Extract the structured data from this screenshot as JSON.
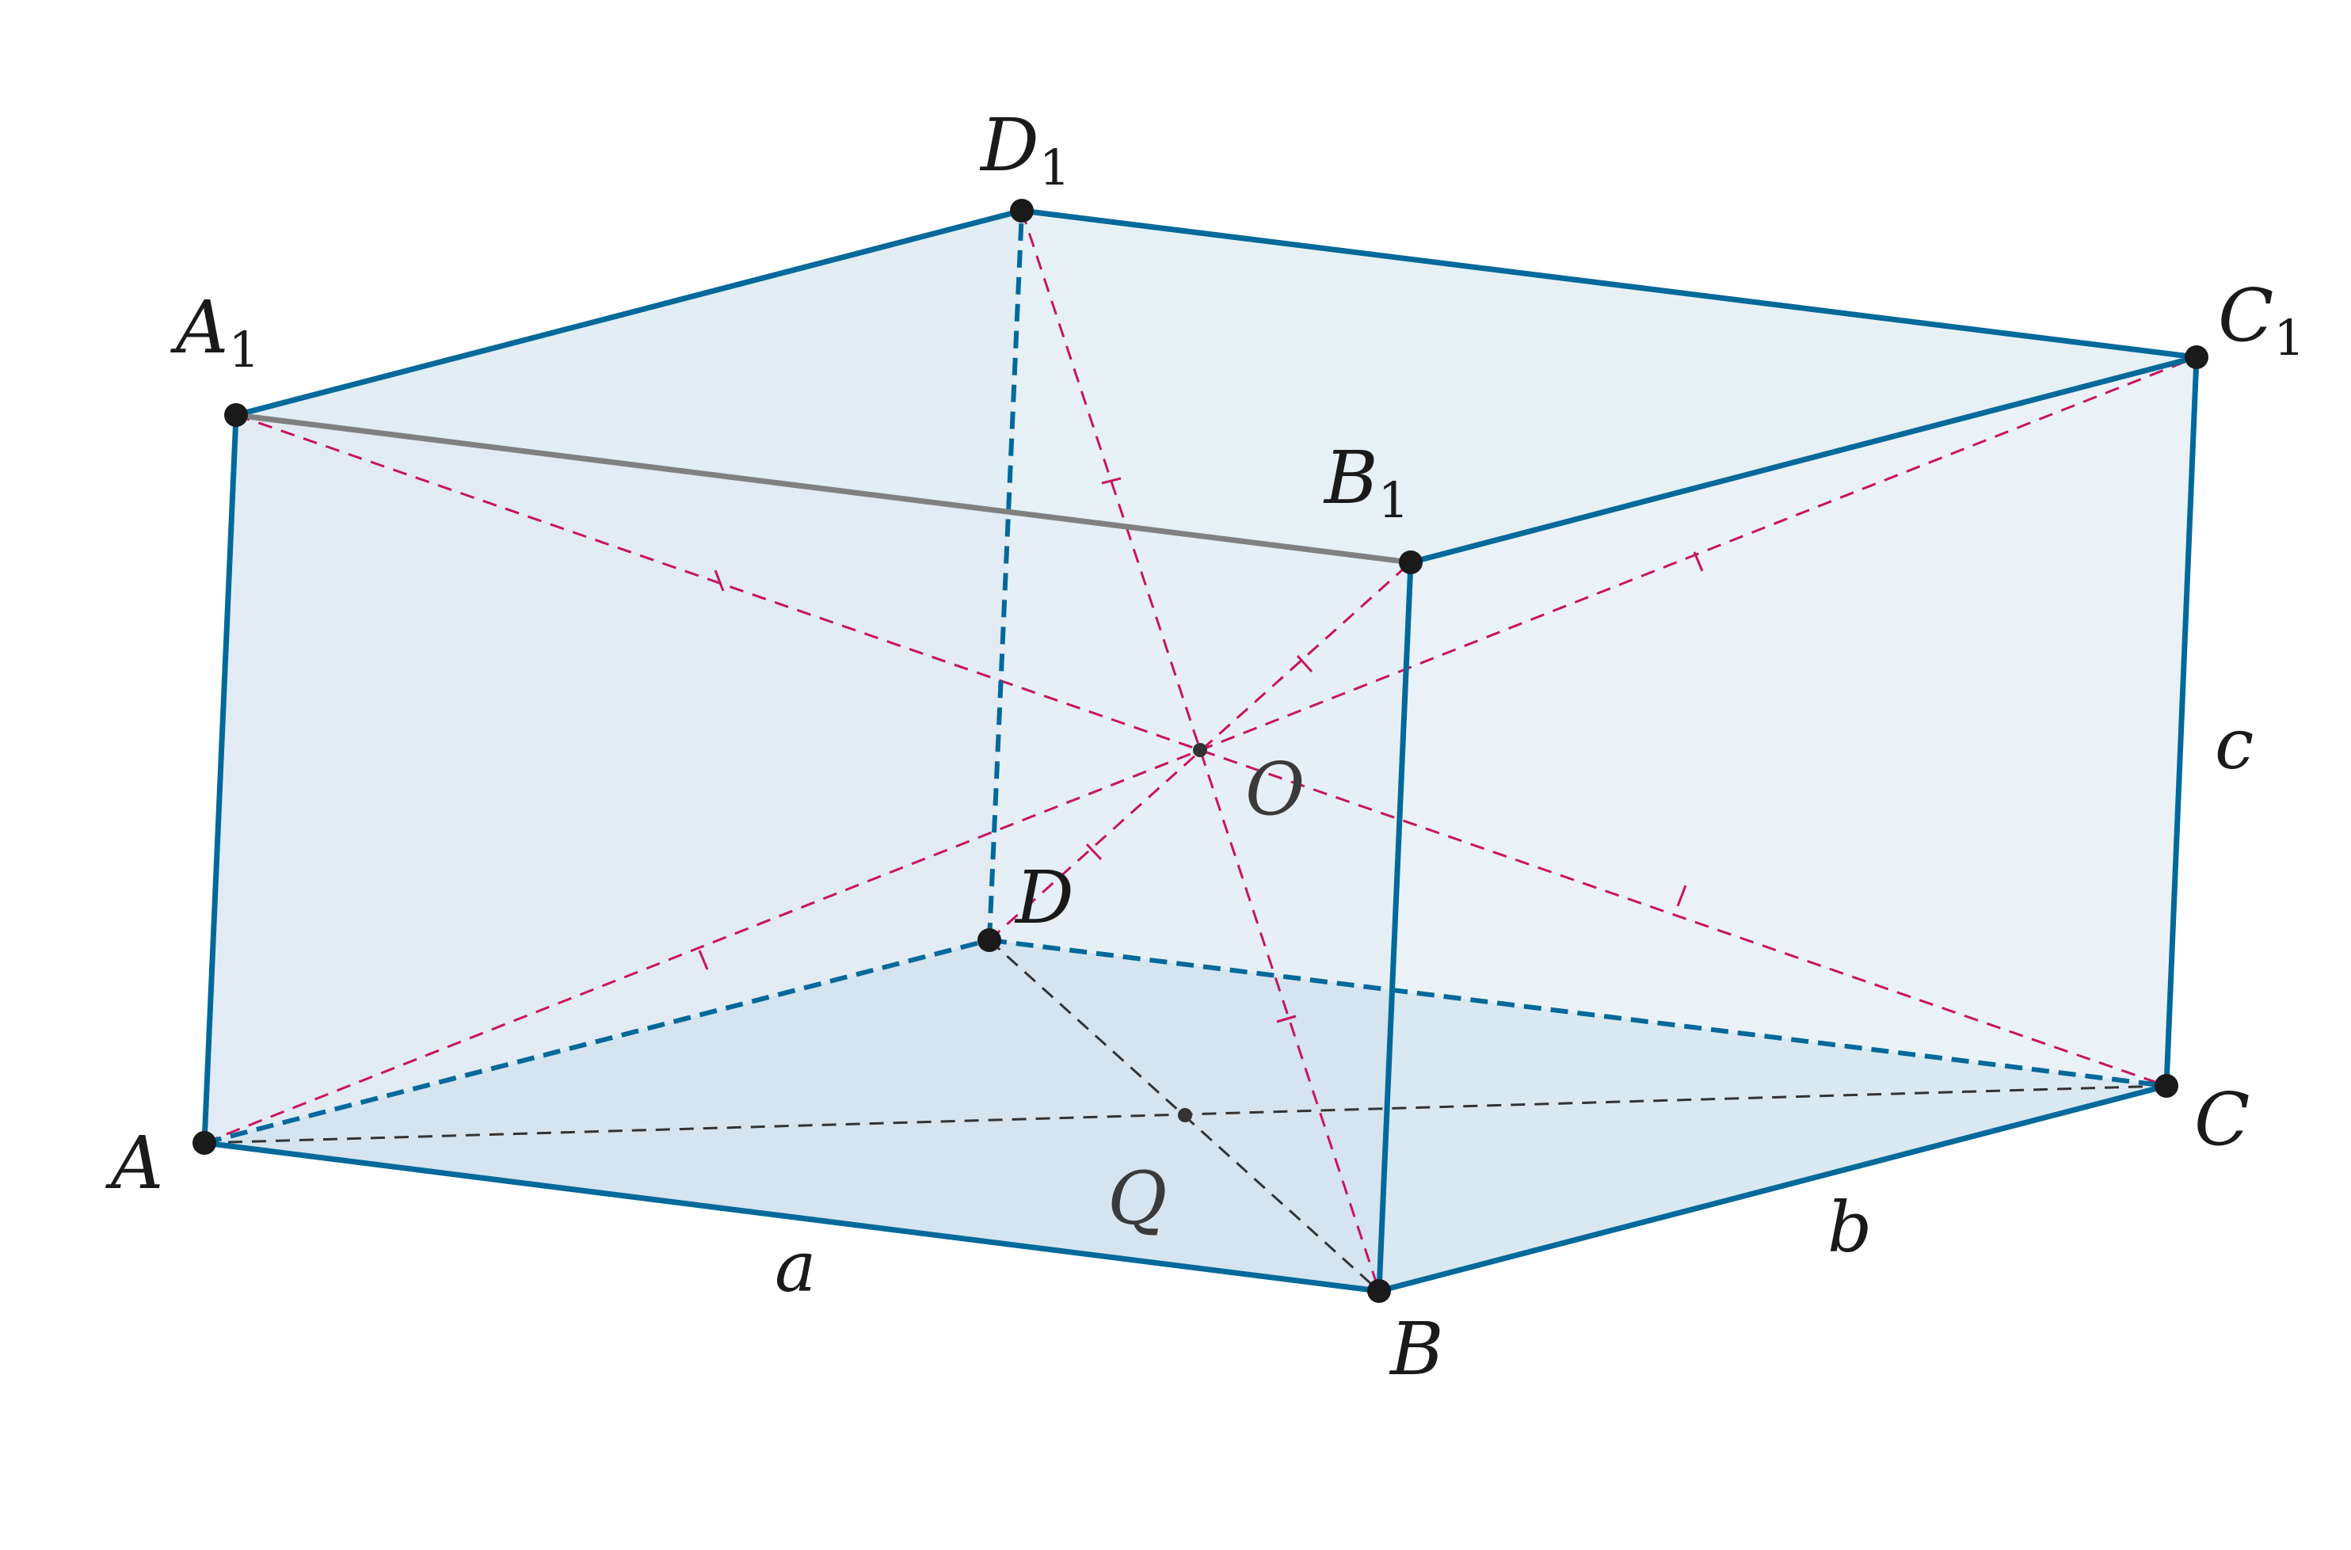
{
  "colors": {
    "edge": "#00699b",
    "hidden_edge": "#00699b",
    "top_back_edge": "#808080",
    "diagonal": "#c8145f",
    "base_diagonal": "#333333",
    "face_fill": "#c8dbe8",
    "vertex": "#1a1a1a"
  },
  "vertices": {
    "A": {
      "name": "A",
      "sub": ""
    },
    "B": {
      "name": "B",
      "sub": ""
    },
    "C": {
      "name": "C",
      "sub": ""
    },
    "D": {
      "name": "D",
      "sub": ""
    },
    "A1": {
      "name": "A",
      "sub": "1"
    },
    "B1": {
      "name": "B",
      "sub": "1"
    },
    "C1": {
      "name": "C",
      "sub": "1"
    },
    "D1": {
      "name": "D",
      "sub": "1"
    }
  },
  "points": {
    "O": "O",
    "Q": "Q"
  },
  "edge_labels": {
    "a": "a",
    "b": "b",
    "c": "c"
  }
}
